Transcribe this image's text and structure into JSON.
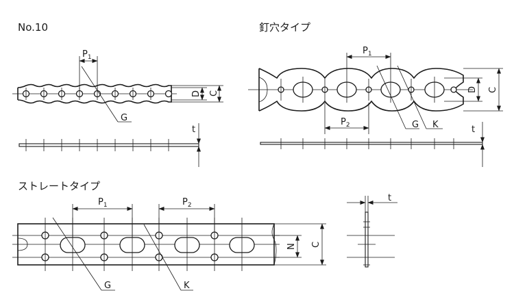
{
  "titles": {
    "no10": "No.10",
    "nail_type": "釘穴タイプ",
    "straight_type": "ストレートタイプ"
  },
  "dims": {
    "p": "P",
    "sub1": "1",
    "sub2": "2",
    "d": "D",
    "c": "C",
    "n": "N",
    "t": "t",
    "g": "G",
    "k": "K"
  }
}
